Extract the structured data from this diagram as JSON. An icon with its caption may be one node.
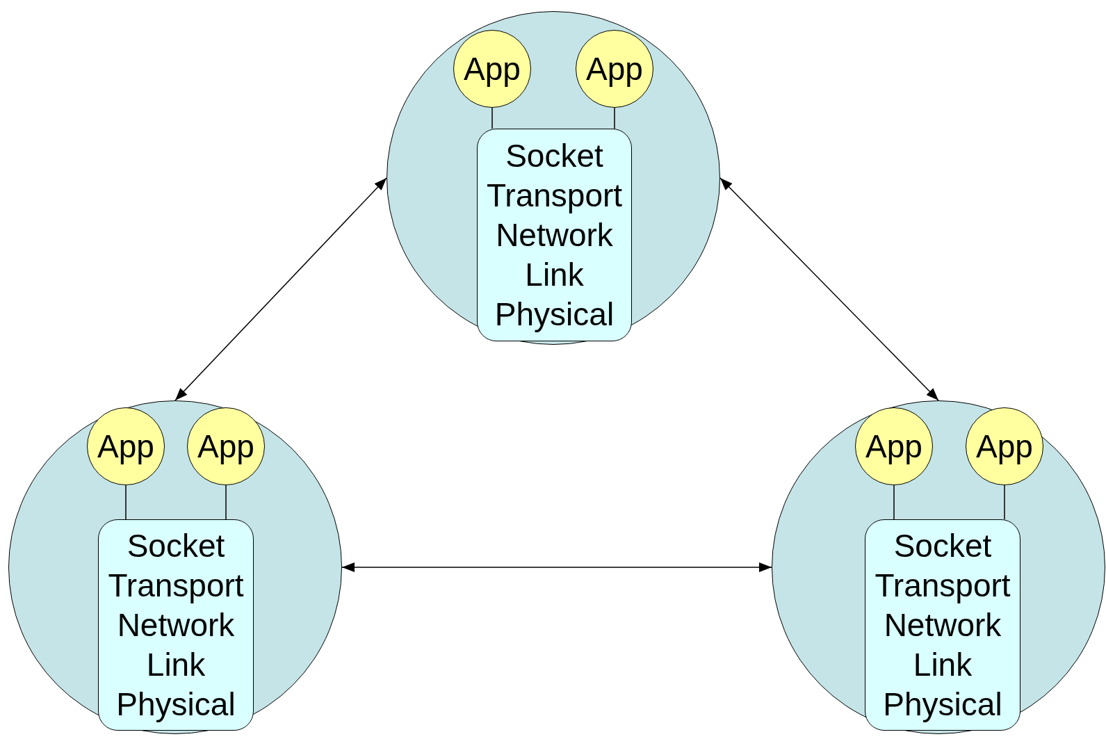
{
  "diagram": {
    "nodes": [
      {
        "text": [],
        "shape": "circle"
      },
      {
        "text": [
          "App"
        ],
        "in": 0
      },
      {
        "text": [
          "App"
        ],
        "in": 0
      },
      {
        "text": [
          "Socket",
          "Transport",
          "Network",
          "Link",
          "Physical"
        ],
        "in": 0
      },
      {
        "text": [],
        "shape": "circle"
      },
      {
        "text": [
          "App"
        ],
        "in": 4
      },
      {
        "text": [
          "App"
        ],
        "in": 4
      },
      {
        "text": [
          "Socket",
          "Transport",
          "Network",
          "Link",
          "Physical"
        ],
        "in": 4
      },
      {
        "text": [],
        "shape": "circle"
      },
      {
        "text": [
          "App"
        ],
        "in": 8
      },
      {
        "text": [
          "App"
        ],
        "in": 8
      },
      {
        "text": [
          "Socket",
          "Transport",
          "Network",
          "Link",
          "Physical"
        ],
        "in": 8
      }
    ],
    "edges": [
      {
        "from": 1,
        "to": 3,
        "arrow": "none"
      },
      {
        "from": 2,
        "to": 3,
        "arrow": "none"
      },
      {
        "from": 0,
        "to": 4,
        "arrow": "both"
      },
      {
        "from": 0,
        "to": 8,
        "arrow": "both"
      },
      {
        "from": 5,
        "to": 7,
        "arrow": "none"
      },
      {
        "from": 6,
        "to": 7,
        "arrow": "none"
      },
      {
        "from": 4,
        "to": 8,
        "arrow": "both"
      },
      {
        "from": 9,
        "to": 11,
        "arrow": "none"
      },
      {
        "from": 10,
        "to": 11,
        "arrow": "none"
      }
    ]
  }
}
